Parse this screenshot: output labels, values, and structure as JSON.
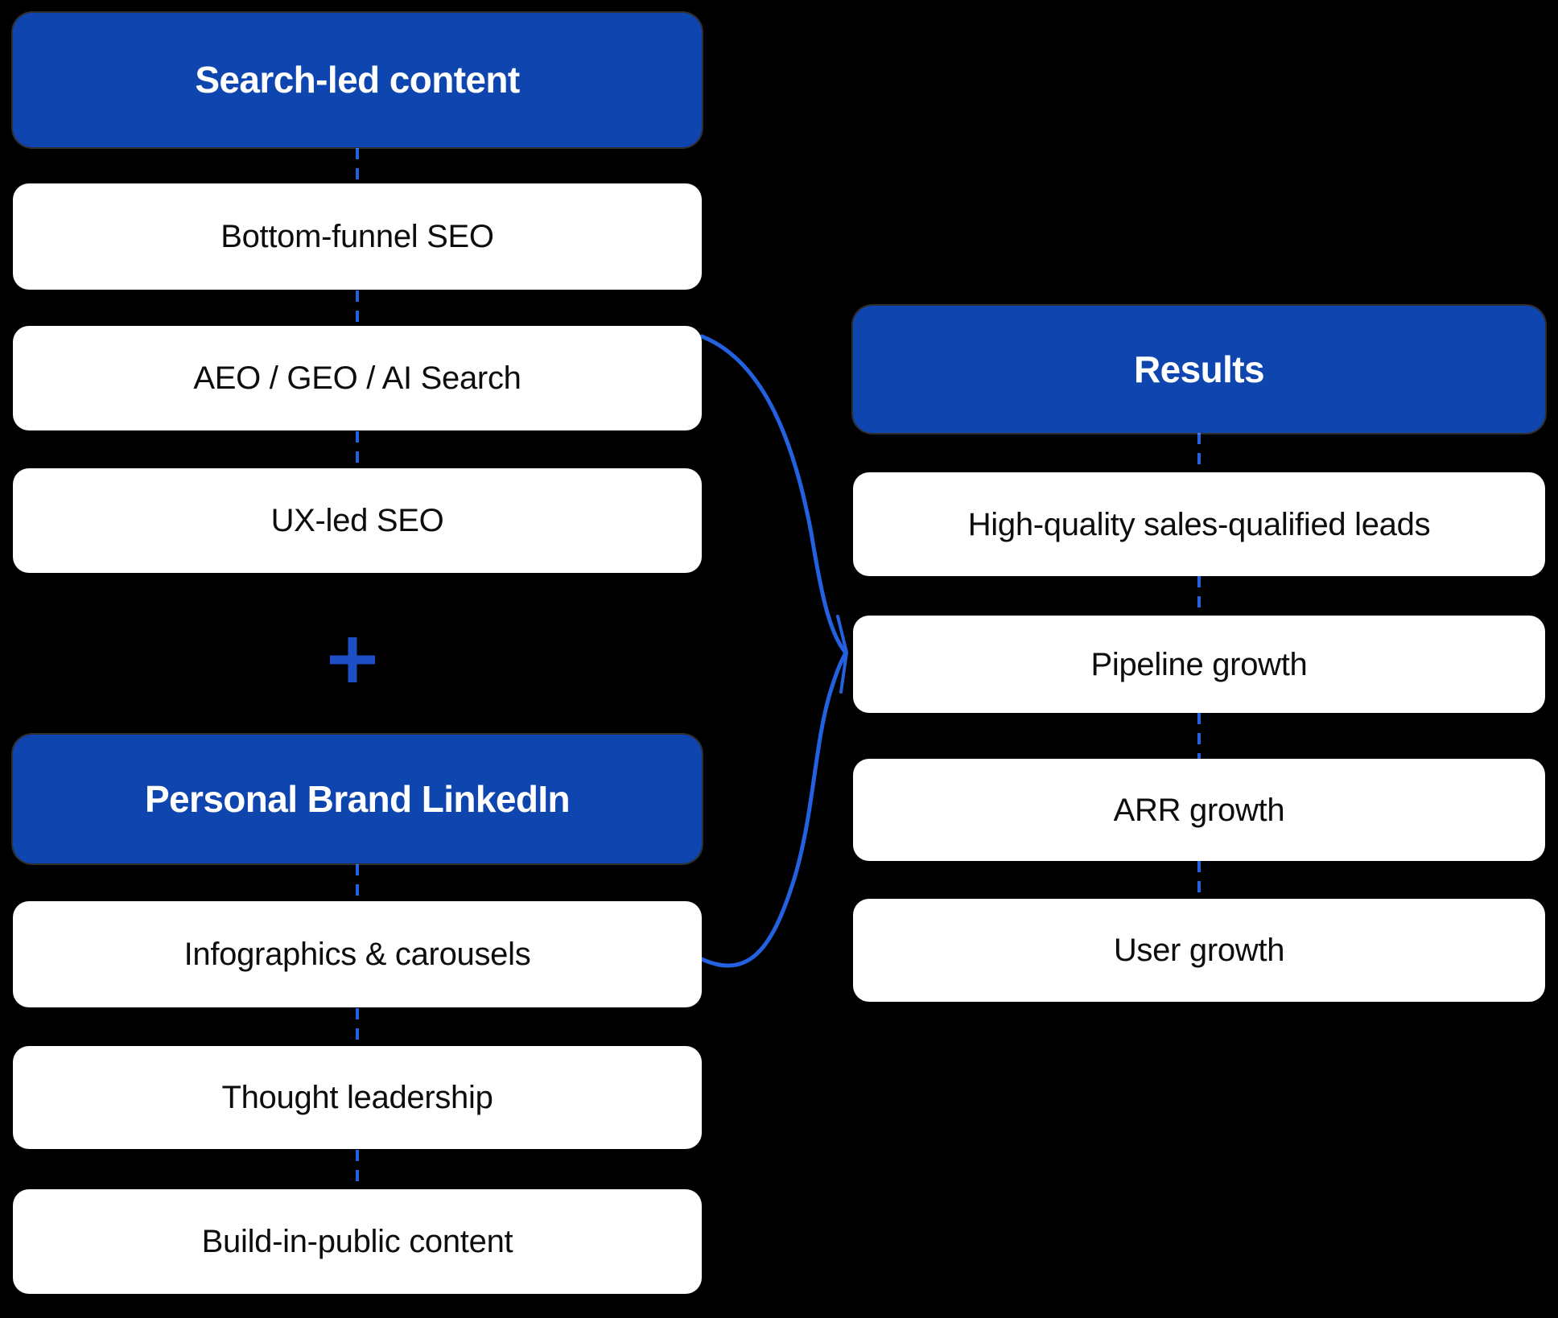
{
  "colors": {
    "background": "#000000",
    "header_blue": "#0e45ae",
    "accent_blue": "#2361e0",
    "plus_blue": "#1d4ec5",
    "box_bg": "#ffffff",
    "box_text": "#0d0d0d",
    "header_text": "#ffffff"
  },
  "search_group": {
    "title": "Search-led content",
    "items": [
      "Bottom-funnel SEO",
      "AEO / GEO / AI Search",
      "UX-led SEO"
    ]
  },
  "plus_symbol": "+",
  "linkedin_group": {
    "title": "Personal Brand LinkedIn",
    "items": [
      "Infographics & carousels",
      "Thought leadership",
      "Build-in-public content"
    ]
  },
  "results_group": {
    "title": "Results",
    "items": [
      "High-quality sales-qualified leads",
      "Pipeline growth",
      "ARR growth",
      "User growth"
    ]
  }
}
